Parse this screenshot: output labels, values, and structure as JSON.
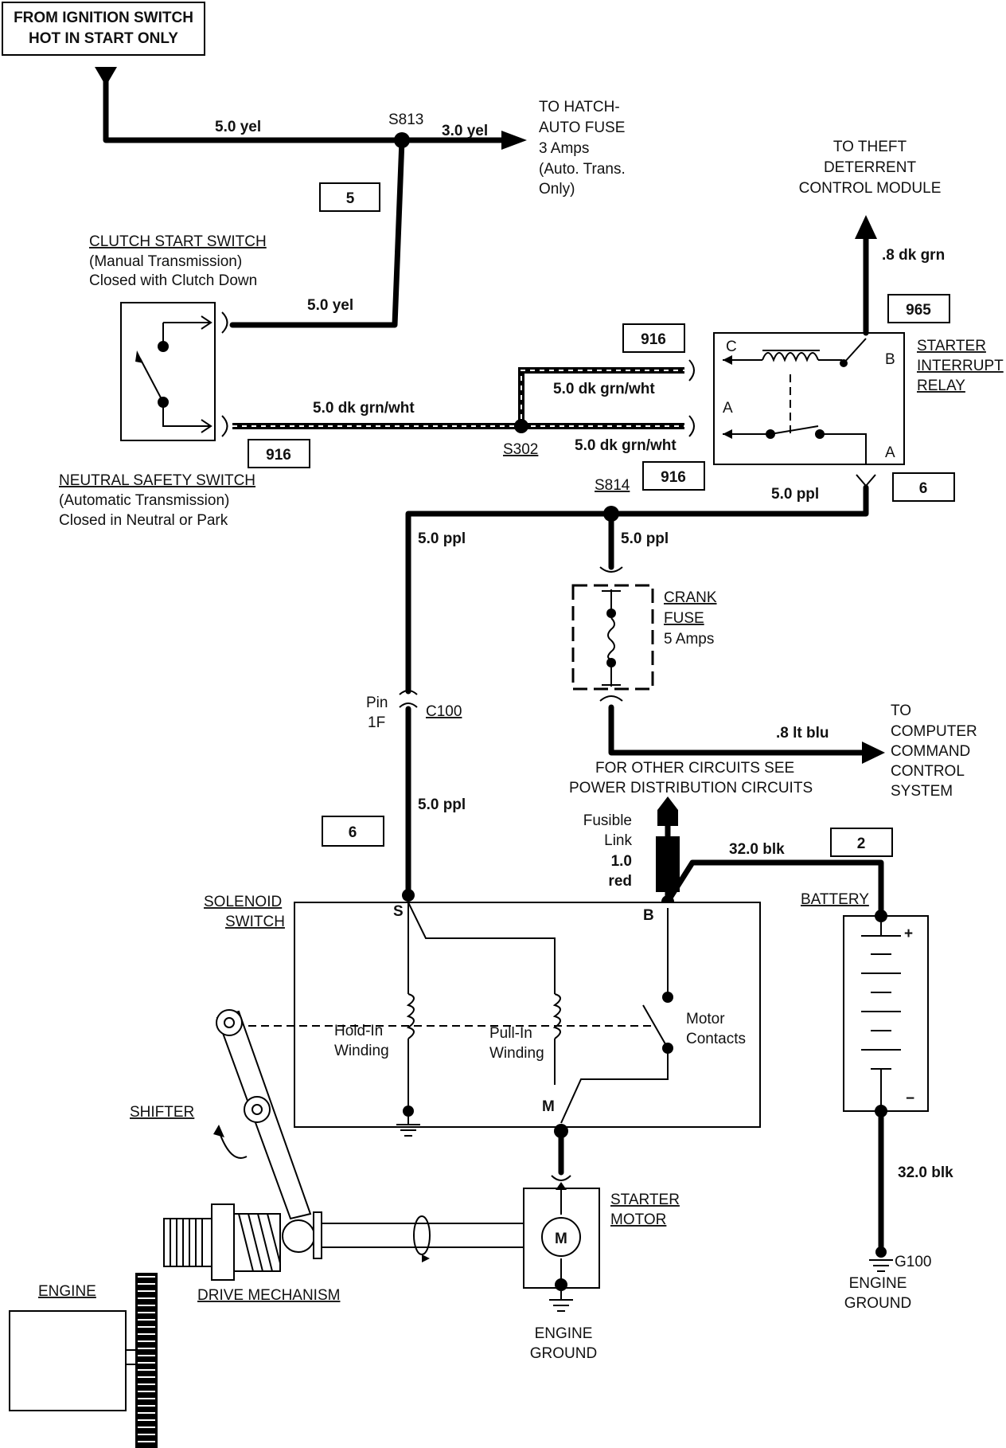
{
  "ignition": {
    "line1": "FROM IGNITION SWITCH",
    "line2": "HOT IN START ONLY"
  },
  "splices": {
    "s813": "S813",
    "s302": "S302",
    "s814": "S814",
    "c100": "C100",
    "pin": "Pin",
    "pin_num": "1F"
  },
  "wires": {
    "yel_5_top": "5.0 yel",
    "yel_3": "3.0 yel",
    "yel_5_switch": "5.0 yel",
    "dkgrnwht_a": "5.0 dk grn/wht",
    "dkgrnwht_b": "5.0 dk grn/wht",
    "dkgrnwht_c": "5.0 dk grn/wht",
    "ppl_relay": "5.0 ppl",
    "ppl_left": "5.0 ppl",
    "ppl_fuse": "5.0 ppl",
    "ppl_lower": "5.0 ppl",
    "dkgrn": ".8 dk grn",
    "ltblu": ".8 lt blu",
    "blk_top": "32.0 blk",
    "blk_bottom": "32.0 blk"
  },
  "hatch": {
    "l1": "TO HATCH-",
    "l2": "AUTO FUSE",
    "l3": "3 Amps",
    "l4": "(Auto. Trans.",
    "l5": "Only)"
  },
  "theft": {
    "l1": "TO THEFT",
    "l2": "DETERRENT",
    "l3": "CONTROL MODULE"
  },
  "clutch": {
    "title": "CLUTCH START SWITCH",
    "l2": "(Manual Transmission)",
    "l3": "Closed with Clutch Down"
  },
  "neutral": {
    "title": "NEUTRAL SAFETY SWITCH",
    "l2": "(Automatic Transmission)",
    "l3": "Closed in Neutral or Park"
  },
  "relay": {
    "l1": "STARTER",
    "l2": "INTERRUPT",
    "l3": "RELAY",
    "pin_c": "C",
    "pin_b": "B",
    "pin_a_left": "A",
    "pin_a_right": "A"
  },
  "crank_fuse": {
    "l1": "CRANK",
    "l2": "FUSE",
    "l3": "5 Amps"
  },
  "computer": {
    "l1": "TO",
    "l2": "COMPUTER",
    "l3": "COMMAND",
    "l4": "CONTROL",
    "l5": "SYSTEM"
  },
  "power_dist": {
    "l1": "FOR OTHER CIRCUITS SEE",
    "l2": "POWER DISTRIBUTION CIRCUITS"
  },
  "fusible": {
    "l1": "Fusible",
    "l2": "Link",
    "l3": "1.0",
    "l4": "red"
  },
  "battery": {
    "label": "BATTERY",
    "plus": "+",
    "minus": "−"
  },
  "solenoid": {
    "l1": "SOLENOID",
    "l2": "SWITCH",
    "pin_s": "S",
    "pin_b": "B",
    "pin_m": "M"
  },
  "windings": {
    "hold1": "Hold-In",
    "hold2": "Winding",
    "pull1": "Pull-In",
    "pull2": "Winding"
  },
  "motor_contacts": {
    "l1": "Motor",
    "l2": "Contacts"
  },
  "shifter": "SHIFTER",
  "starter_motor": {
    "l1": "STARTER",
    "l2": "MOTOR",
    "m": "M"
  },
  "engine": "ENGINE",
  "drive": "DRIVE MECHANISM",
  "engine_ground_center": {
    "l1": "ENGINE",
    "l2": "GROUND"
  },
  "engine_ground_right": {
    "l1": "ENGINE",
    "l2": "GROUND"
  },
  "g100": "G100",
  "ref_boxes": {
    "b5": "5",
    "b916_top": "916",
    "b916_left": "916",
    "b916_mid": "916",
    "b965": "965",
    "b6_right": "6",
    "b6_left": "6",
    "b2": "2"
  }
}
